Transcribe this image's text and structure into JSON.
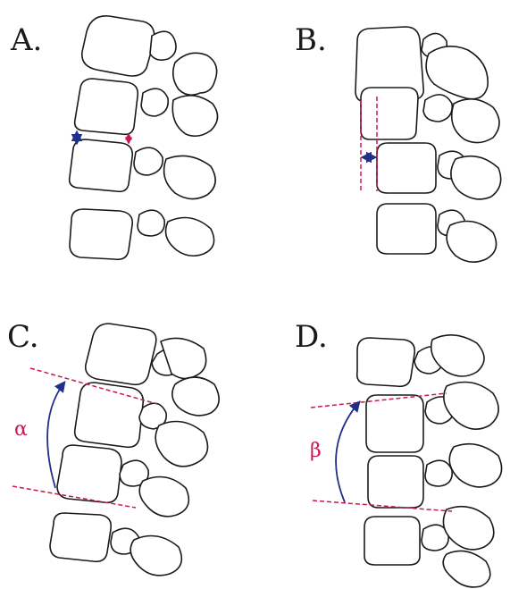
{
  "panels": [
    {
      "id": "a",
      "label": "A."
    },
    {
      "id": "b",
      "label": "B."
    },
    {
      "id": "c",
      "label": "C.",
      "angle_symbol": "α"
    },
    {
      "id": "d",
      "label": "D.",
      "angle_symbol": "β"
    }
  ],
  "colors": {
    "outline": "#1a1a1a",
    "measure_red": "#c8194b",
    "arrow_blue": "#1f2f8a",
    "background": "#ffffff"
  }
}
